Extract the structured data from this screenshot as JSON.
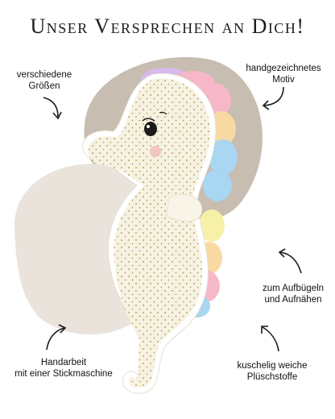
{
  "title": "Unser Versprechen an Dich!",
  "labels": {
    "sizes": [
      "verschiedene",
      "Größen"
    ],
    "motif": [
      "handgezeichnetes",
      "Motiv"
    ],
    "iron_on": [
      "zum Aufbügeln",
      "und Aufnähen"
    ],
    "handmade": [
      "Handarbeit",
      "mit einer Stickmaschine"
    ],
    "plush": [
      "kuschelig weiche",
      "Plüschstoffe"
    ]
  },
  "colors": {
    "blob_dark": "#c7bdb1",
    "blob_light": "#e9e3dc",
    "plush": "#f6f2e2",
    "edge": "#ffffff",
    "sequin": "#b08a3a",
    "mane": [
      "#f6b7c9",
      "#f9d9a3",
      "#f7f1a8",
      "#a9d6f1",
      "#d8b9ea"
    ]
  },
  "icons": [
    "seahorse-patch-image",
    "curved-arrow-icon"
  ]
}
